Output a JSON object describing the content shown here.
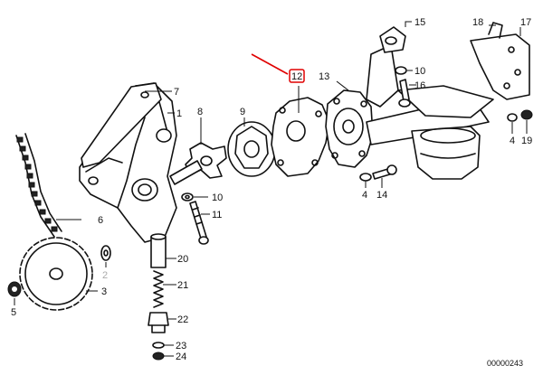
{
  "callouts": {
    "c1": "1",
    "c2": "2",
    "c3": "3",
    "c4a": "4",
    "c4b": "4",
    "c5": "5",
    "c6": "6",
    "c7": "7",
    "c8": "8",
    "c9": "9",
    "c10a": "10",
    "c10b": "10",
    "c11": "11",
    "c12": "12",
    "c13": "13",
    "c14": "14",
    "c15": "15",
    "c16": "16",
    "c17": "17",
    "c18": "18",
    "c19": "19",
    "c20": "20",
    "c21": "21",
    "c22": "22",
    "c23": "23",
    "c24": "24"
  },
  "highlight": {
    "part": "12",
    "color": "#e00000"
  },
  "reference_number": "00000243"
}
